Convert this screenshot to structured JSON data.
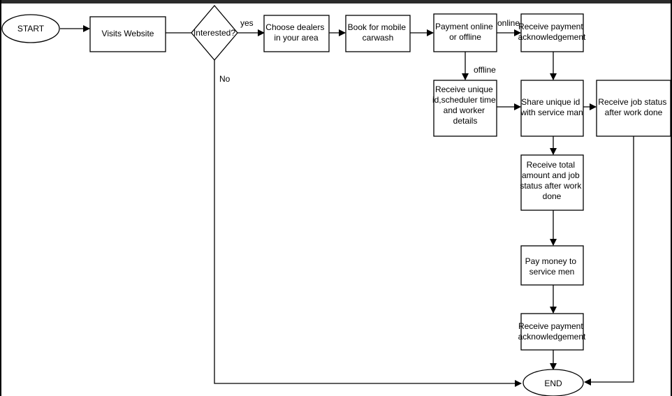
{
  "nodes": {
    "start": [
      "START"
    ],
    "visits": [
      "Visits Website"
    ],
    "interested": [
      "Interested?"
    ],
    "choose": [
      "Choose dealers",
      "in your area"
    ],
    "book": [
      "Book for mobile",
      "carwash"
    ],
    "payment": [
      "Payment online",
      "or offline"
    ],
    "receive_ack_1": [
      "Receive payment",
      "acknowledgement"
    ],
    "receive_unique": [
      "Receive unique",
      "id,scheduler time",
      "and worker",
      "details"
    ],
    "share_id": [
      "Share unique id",
      "with service man"
    ],
    "job_status": [
      "Receive job status",
      "after work done"
    ],
    "total_amount": [
      "Receive total",
      "amount and job",
      "status after work",
      "done"
    ],
    "pay_money": [
      "Pay money to",
      "service men"
    ],
    "receive_ack_2": [
      "Receive payment",
      "acknowledgement"
    ],
    "end": [
      "END"
    ]
  },
  "edge_labels": {
    "yes": "yes",
    "no": "No",
    "online": "online",
    "offline": "offline"
  }
}
